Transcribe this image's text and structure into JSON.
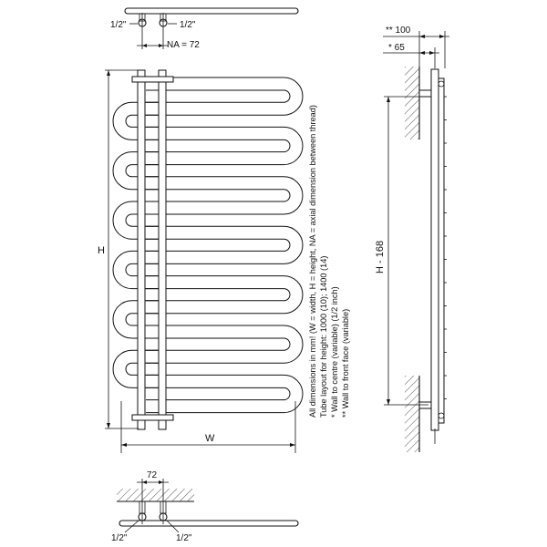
{
  "top_view": {
    "left_thread": "1/2\"",
    "right_thread": "1/2\"",
    "axial_spacing": "NA = 72"
  },
  "front_view": {
    "height_label": "H",
    "width_label": "W"
  },
  "bottom_view": {
    "spacing": "72",
    "left_thread": "1/2\"",
    "right_thread": "1/2\""
  },
  "side_view": {
    "wall_to_front": "** 100",
    "wall_to_centre": "* 65",
    "height_label": "H - 168"
  },
  "notes": [
    "All dimensions in mm! (W = width, H = height, NA = axial dimension between thread)",
    "Tube layout for height: 1000 (10); 1400 (14)",
    "*   Wall to centre (variable) (1/2 inch)",
    "**  Wall to front face (variable)"
  ]
}
